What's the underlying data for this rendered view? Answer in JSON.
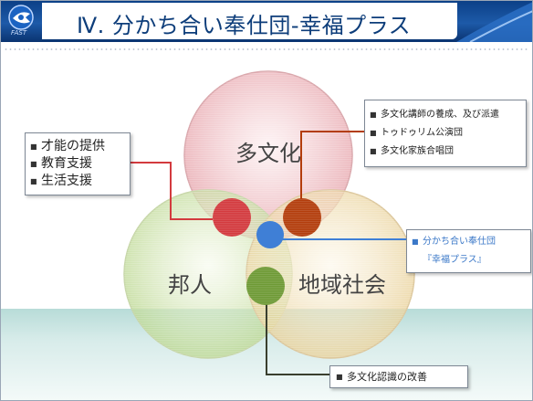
{
  "header": {
    "title": "Ⅳ. 分かち合い奉仕団-幸福プラス",
    "logo_text": "FAST"
  },
  "diagram": {
    "circles": [
      {
        "label": "多文化",
        "color": "#e8a8ae"
      },
      {
        "label": "邦人",
        "color": "#c9e0a8"
      },
      {
        "label": "地域社会",
        "color": "#f0dcb0"
      }
    ],
    "left_box": {
      "items": [
        "才能の提供",
        "教育支援",
        "生活支援"
      ]
    },
    "right_box": {
      "items": [
        "多文化講師の養成、及び派遣",
        "トゥドゥリム公演団",
        "多文化家族合唱団"
      ]
    },
    "middle_box": {
      "items": [
        "分かち合い奉仕団",
        "『幸福プラス』"
      ]
    },
    "bottom_box": {
      "items": [
        "多文化認識の改善"
      ]
    },
    "dot_colors": {
      "red": "#d33a3e",
      "brown": "#b33d0c",
      "blue": "#3f7fd6",
      "green": "#6e9a35"
    }
  }
}
